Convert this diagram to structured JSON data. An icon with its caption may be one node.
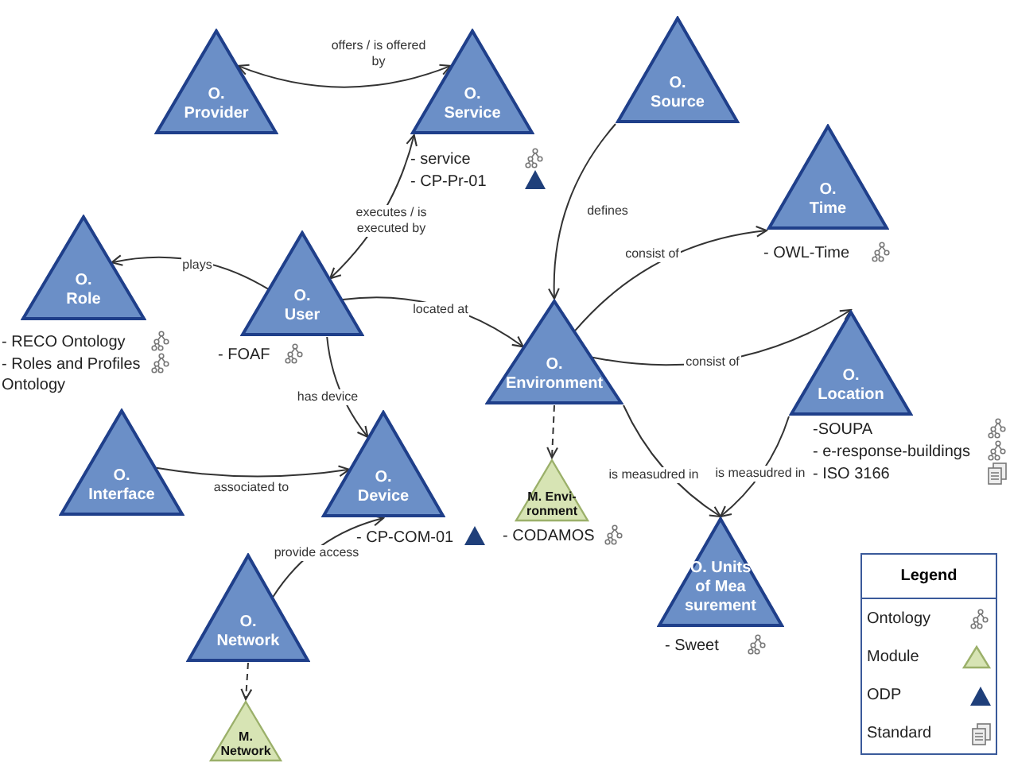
{
  "diagram": {
    "nodes": [
      {
        "text": [
          "O. Provider"
        ]
      },
      {
        "text": [
          "O. Service"
        ],
        "beside": [
          "- service",
          "- CP-Pr-01"
        ]
      },
      {
        "text": [
          "O. Source"
        ]
      },
      {
        "text": [
          "O. Role"
        ],
        "beside": [
          "- RECO Ontology",
          "- Roles and Profiles Ontology"
        ]
      },
      {
        "text": [
          "O. User"
        ],
        "beside": [
          "- FOAF"
        ]
      },
      {
        "text": [
          "O. Time"
        ],
        "beside": [
          "- OWL-Time"
        ]
      },
      {
        "text": [
          "O. Environment"
        ]
      },
      {
        "text": [
          "O. Location"
        ],
        "beside": [
          "-SOUPA",
          "- e-response-buildings",
          "- ISO 3166"
        ]
      },
      {
        "text": [
          "O. Interface"
        ]
      },
      {
        "text": [
          "O. Device"
        ],
        "beside": [
          "- CP-COM-01"
        ]
      },
      {
        "text": [
          "M. Envi- ronment"
        ],
        "beside": [
          "- CODAMOS"
        ]
      },
      {
        "text": [
          "O. Units of Mea surement"
        ],
        "beside": [
          "- Sweet"
        ]
      },
      {
        "text": [
          "O. Network"
        ]
      },
      {
        "text": [
          "M. Network"
        ]
      }
    ],
    "edges": [
      {
        "from": 0,
        "to": 1,
        "arrow": "both",
        "label": "offers / is offered by"
      },
      {
        "from": 4,
        "to": 1,
        "arrow": "both",
        "label": "executes / is executed by"
      },
      {
        "from": 4,
        "to": 3,
        "arrow": "to",
        "label": "plays"
      },
      {
        "from": 4,
        "to": 6,
        "arrow": "to",
        "label": "located at"
      },
      {
        "from": 4,
        "to": 9,
        "arrow": "to",
        "label": "has device"
      },
      {
        "from": 2,
        "to": 6,
        "arrow": "to",
        "label": "defines"
      },
      {
        "from": 6,
        "to": 5,
        "arrow": "to",
        "label": "consist of"
      },
      {
        "from": 6,
        "to": 7,
        "arrow": "to",
        "label": "consist of"
      },
      {
        "from": 8,
        "to": 9,
        "arrow": "to",
        "label": "associated to"
      },
      {
        "from": 12,
        "to": 9,
        "arrow": "to",
        "label": "provide access"
      },
      {
        "from": 6,
        "to": 10,
        "arrow": "to",
        "style": "dashed"
      },
      {
        "from": 6,
        "to": 11,
        "arrow": "to",
        "label": "is measudred in"
      },
      {
        "from": 7,
        "to": 11,
        "arrow": "to",
        "label": "is measudred in"
      },
      {
        "from": 12,
        "to": 13,
        "arrow": "to",
        "style": "dashed"
      }
    ],
    "labels": [
      "Legend"
    ],
    "legend": [
      {
        "text": "Ontology"
      },
      {
        "text": "Module"
      },
      {
        "text": "ODP"
      },
      {
        "text": "Standard"
      }
    ]
  }
}
